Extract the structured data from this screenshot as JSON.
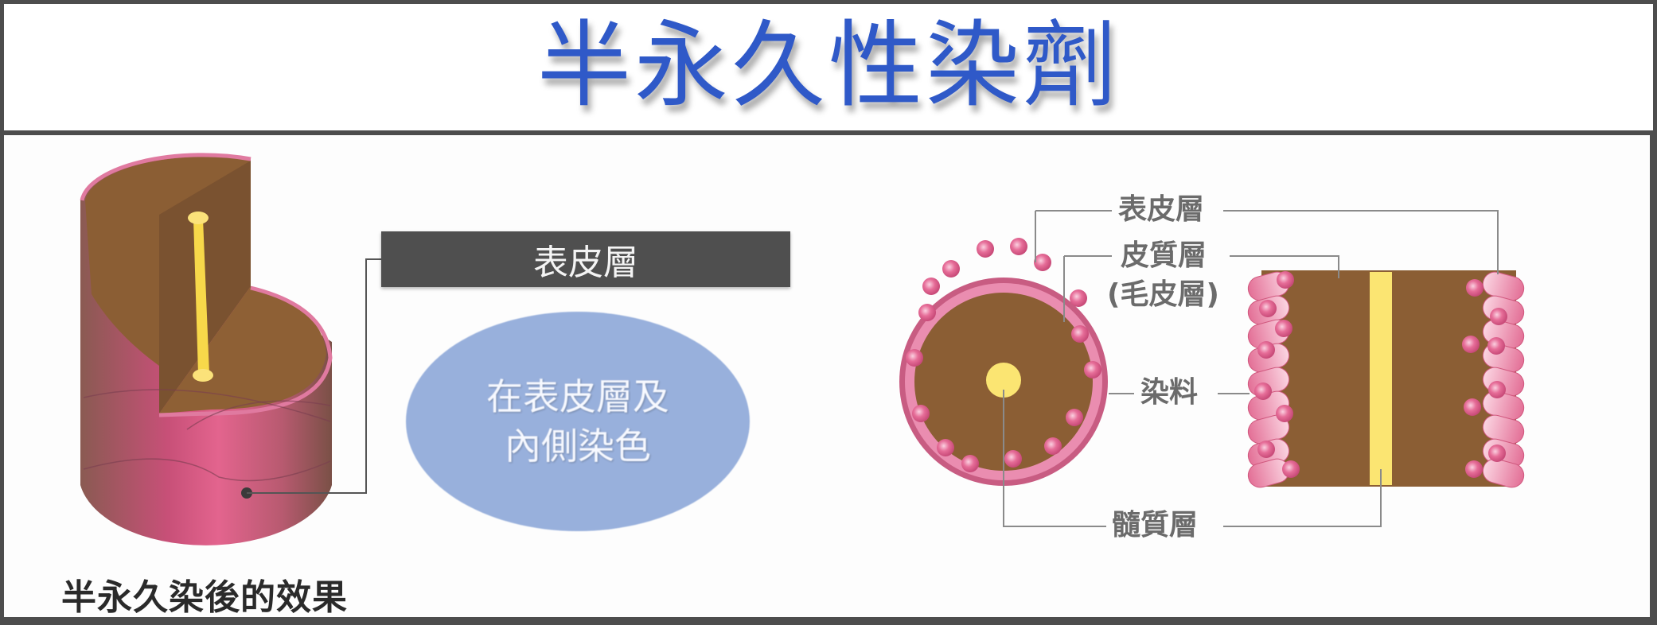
{
  "title": "半永久性染劑",
  "left_diagram": {
    "label_bar": "表皮層",
    "ellipse_line1": "在表皮層及",
    "ellipse_line2": "內側染色",
    "caption": "半永久染後的效果"
  },
  "right_diagram": {
    "labels": {
      "cuticle": "表皮層",
      "cortex": "皮質層",
      "cortex_alt": "(毛皮層)",
      "dye": "染料",
      "medulla": "髓質層"
    }
  },
  "colors": {
    "title": "#2f59c8",
    "border": "#4d4d4d",
    "hair_brown": "#8b5e34",
    "cuticle_pink": "#e0628c",
    "medulla_yellow": "#fbe572",
    "ellipse_blue": "#98b0dc",
    "label_bar": "#4f4f4f"
  }
}
